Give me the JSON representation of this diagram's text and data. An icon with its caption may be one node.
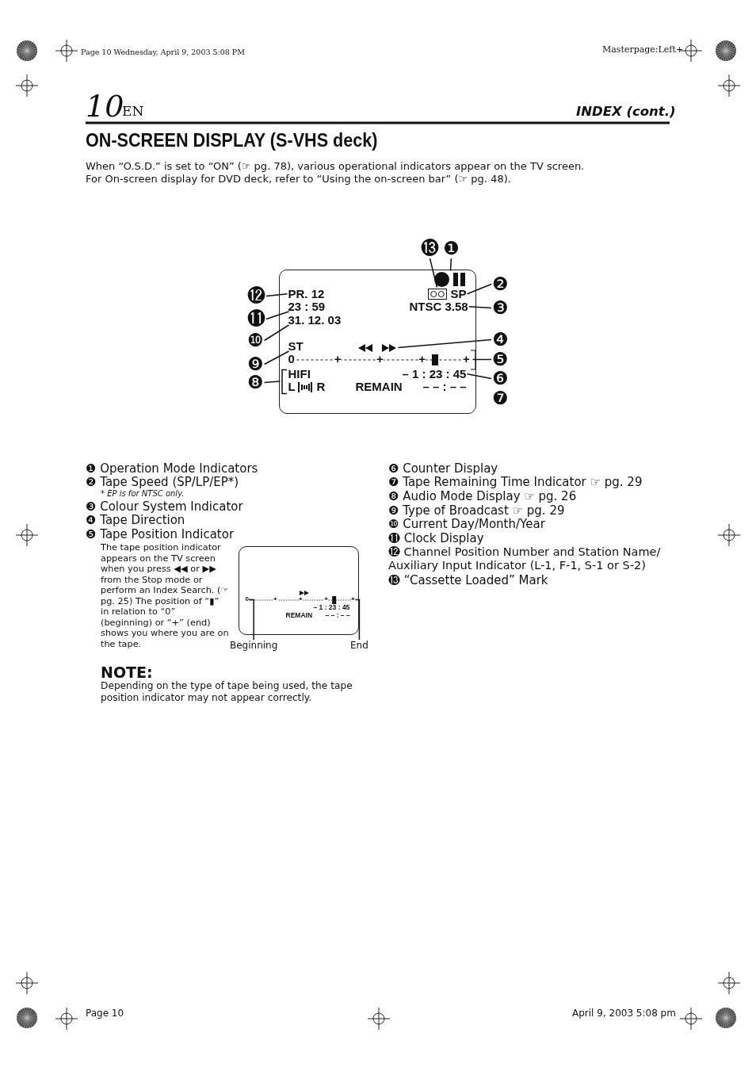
{
  "diagram": {
    "title": "ON-SCREEN DISPLAY (S-VHS deck)",
    "nodes": [
      {
        "text": [],
        "shape": "box"
      },
      {
        "text": [
          "PR.  12"
        ],
        "in": 0
      },
      {
        "text": [
          "23 : 59"
        ],
        "in": 0
      },
      {
        "text": [
          "31. 12. 03"
        ],
        "in": 0
      },
      {
        "text": [
          "ST"
        ],
        "in": 0
      },
      {
        "text": [
          "0",
          "+",
          "+",
          "+",
          "+"
        ],
        "in": 0
      },
      {
        "text": [
          "HIFI"
        ],
        "in": 0
      },
      {
        "text": [
          "L",
          "R"
        ],
        "in": 0
      },
      {
        "text": [
          "REMAIN"
        ],
        "in": 0
      },
      {
        "text": [
          "– 1 : 23 : 45"
        ],
        "in": 0
      },
      {
        "text": [
          "– – : – –"
        ],
        "in": 0
      },
      {
        "text": [
          "NTSC 3.58"
        ],
        "in": 0
      },
      {
        "text": [
          "SP"
        ],
        "in": 0
      },
      {
        "text": [],
        "shape": "cassette",
        "in": 0
      },
      {
        "text": [],
        "shape": "circle",
        "in": 0
      },
      {
        "text": [],
        "shape": "arrows",
        "in": 0
      },
      {
        "text": [],
        "shape": "bracket",
        "in": 0
      },
      {
        "text": [
          "⓭"
        ]
      },
      {
        "text": [
          "❶"
        ]
      },
      {
        "text": [
          "❷"
        ]
      },
      {
        "text": [
          "❸"
        ]
      },
      {
        "text": [
          "❹"
        ]
      },
      {
        "text": [
          "❺"
        ]
      },
      {
        "text": [
          "❻"
        ]
      },
      {
        "text": [
          "❽"
        ]
      },
      {
        "text": [
          "❾"
        ]
      },
      {
        "text": [
          "❿"
        ]
      },
      {
        "text": [
          "⓫"
        ]
      },
      {
        "text": [
          "⓬"
        ]
      },
      {
        "text": [],
        "shape": "box"
      },
      {
        "text": [
          "0",
          "+",
          "+",
          "+",
          "+"
        ],
        "in": 29
      },
      {
        "text": [
          "– 1 : 23 : 45"
        ],
        "in": 29
      },
      {
        "text": [
          "REMAIN"
        ],
        "in": 29
      },
      {
        "text": [
          "– – : – –"
        ],
        "in": 29
      },
      {
        "text": [
          "Beginning"
        ]
      },
      {
        "text": [
          "End"
        ]
      }
    ],
    "edges": [
      {
        "from": 17,
        "to": 13,
        "arrow": "none"
      },
      {
        "from": 18,
        "to": 14,
        "arrow": "none"
      },
      {
        "from": 19,
        "to": 12,
        "arrow": "none"
      },
      {
        "from": 20,
        "to": 11,
        "arrow": "none"
      },
      {
        "from": 21,
        "to": 15,
        "arrow": "none"
      },
      {
        "from": 22,
        "to": 5,
        "arrow": "none"
      },
      {
        "from": 23,
        "to": 9,
        "arrow": "none"
      },
      {
        "from": 24,
        "to": 16,
        "arrow": "none"
      },
      {
        "from": 25,
        "to": 4,
        "arrow": "none"
      },
      {
        "from": 26,
        "to": 3,
        "arrow": "none"
      },
      {
        "from": 27,
        "to": 2,
        "arrow": "none"
      },
      {
        "from": 28,
        "to": 1,
        "arrow": "none"
      },
      {
        "from": 34,
        "to": 30,
        "arrow": "none"
      },
      {
        "from": 35,
        "to": 30,
        "arrow": "none"
      }
    ],
    "labels": [
      "Page 10  Wednesday, April 9, 2003  5:08 PM",
      "Masterpage:Left+",
      "10",
      "EN",
      "INDEX (cont.)",
      "When “O.S.D.” is set to “ON” (☞ pg. 78), various operational indicators appear on the TV screen.",
      "For On-screen display for DVD deck, refer to “Using the on-screen bar” (☞ pg. 48).",
      "❼",
      "❶ Operation Mode Indicators",
      "❷ Tape Speed (SP/LP/EP*)",
      "* EP is for NTSC only.",
      "❸ Colour System Indicator",
      "❹ Tape Direction",
      "❺ Tape Position Indicator",
      "The tape position indicator appears on the TV screen when you press ◀◀ or ▶▶ from the Stop mode or perform an Index Search. (☞ pg. 25) The position of “▮” in relation to “0” (beginning) or “+” (end) shows you where you are on the tape.",
      "NOTE:",
      "Depending on the type of tape being used, the tape position indicator may not appear correctly.",
      "❻ Counter Display",
      "❼ Tape Remaining Time Indicator ☞ pg. 29",
      "❽ Audio Mode Display ☞ pg. 26",
      "❾ Type of Broadcast ☞ pg. 29",
      "❿ Current Day/Month/Year",
      "⓫ Clock Display",
      "⓬ Channel Position Number and Station Name/ Auxiliary Input Indicator (L-1, F-1, S-1 or S-2)",
      "⓭ “Cassette Loaded” Mark",
      "Page 10",
      "April 9, 2003 5:08 pm"
    ]
  }
}
